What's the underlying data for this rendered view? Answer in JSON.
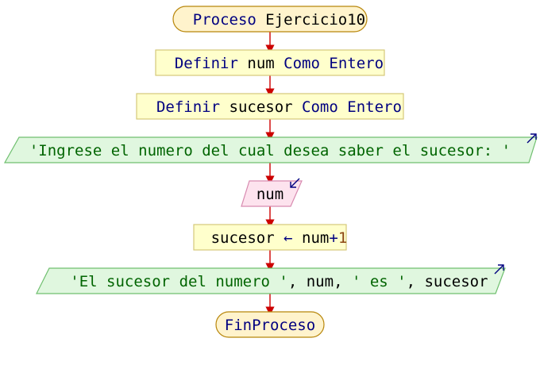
{
  "colors": {
    "keyword": "#000080",
    "identifier": "#000000",
    "string": "#006400",
    "number": "#8b4513",
    "connector": "#cc0000",
    "terminal_fill": "#fff3cc",
    "terminal_border": "#b8860b",
    "process_fill": "#ffffcc",
    "process_border": "#d4c97a",
    "output_fill": "#e0f7df",
    "output_border": "#6fbf6f",
    "input_fill": "#fde3ee",
    "input_border": "#d88ab0",
    "io_arrow": "#000080"
  },
  "nodes": {
    "start": {
      "kw": "Proceso",
      "name": "Ejercicio10"
    },
    "define_num": {
      "kw1": "Definir",
      "var": "num",
      "kw2": "Como",
      "type": "Entero"
    },
    "define_sucesor": {
      "kw1": "Definir",
      "var": "sucesor",
      "kw2": "Como",
      "type": "Entero"
    },
    "output_prompt": {
      "string": "'Ingrese el numero del cual desea saber el sucesor: '"
    },
    "input_num": {
      "var": "num"
    },
    "assign": {
      "target": "sucesor",
      "arrow": "←",
      "source": "num",
      "op": "+",
      "literal": "1"
    },
    "output_result": {
      "str1": "'El sucesor del numero '",
      "sep1": ", ",
      "var1": "num",
      "sep2": ", ",
      "str2": "' es '",
      "sep3": ", ",
      "var2": "sucesor"
    },
    "end": {
      "label": "FinProceso"
    }
  }
}
